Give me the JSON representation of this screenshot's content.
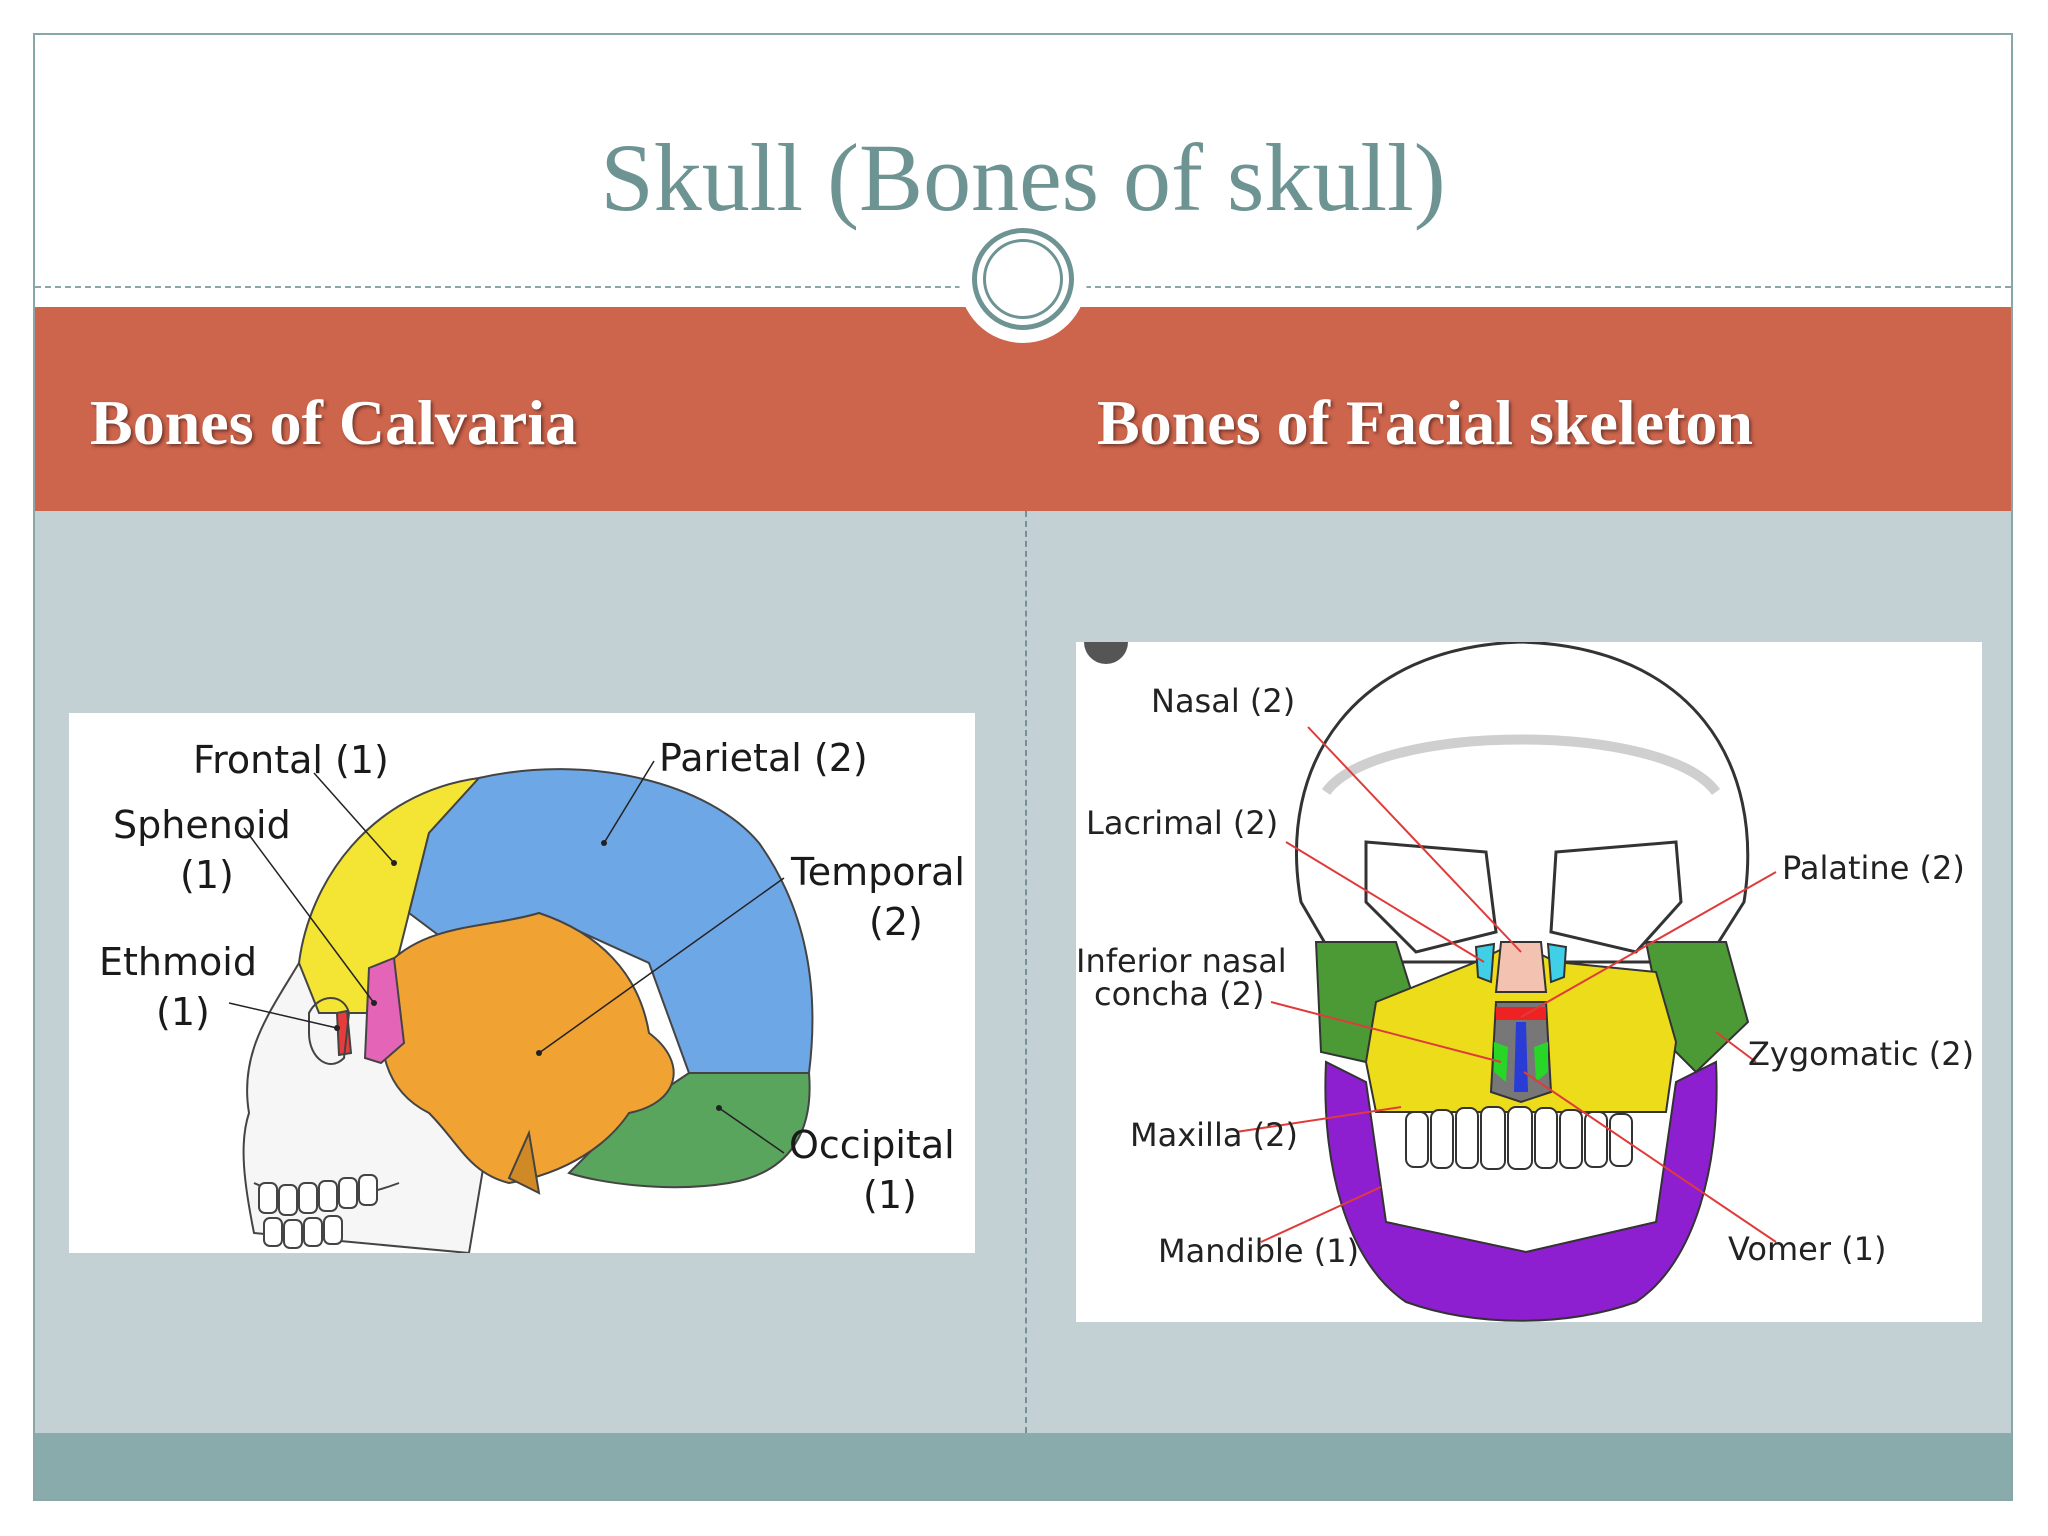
{
  "slide": {
    "title": "Skull (Bones of skull)",
    "left_heading": "Bones of Calvaria",
    "right_heading": "Bones of Facial skeleton",
    "colors": {
      "title": "#6e9393",
      "band": "#cd644c",
      "content_bg": "#c3d0d4",
      "footer": "#8aabab"
    }
  },
  "calvaria_diagram": {
    "labels": {
      "frontal": "Frontal (1)",
      "parietal": "Parietal (2)",
      "sphenoid_1": "Sphenoid",
      "sphenoid_2": "(1)",
      "temporal_1": "Temporal",
      "temporal_2": "(2)",
      "ethmoid_1": "Ethmoid",
      "ethmoid_2": "(1)",
      "occipital_1": "Occipital",
      "occipital_2": "(1)"
    }
  },
  "facial_diagram": {
    "labels": {
      "nasal": "Nasal (2)",
      "lacrimal": "Lacrimal (2)",
      "palatine": "Palatine (2)",
      "inferior_1": "Inferior nasal",
      "inferior_2": "concha (2)",
      "zygomatic": "Zygomatic (2)",
      "maxilla": "Maxilla (2)",
      "mandible": "Mandible (1)",
      "vomer": "Vomer (1)"
    }
  }
}
